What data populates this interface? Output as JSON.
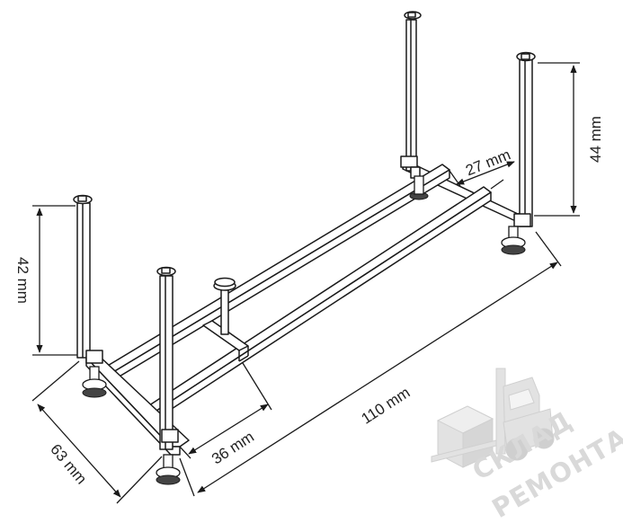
{
  "dimensions": {
    "leg_height_front": "42 mm",
    "leg_height_back": "44 mm",
    "width": "63 mm",
    "offset_36": "36 mm",
    "length": "110 mm",
    "offset_27": "27 mm"
  },
  "watermark": {
    "line1": "СКЛАД",
    "line2": "РЕМОНТА"
  },
  "colors": {
    "line": "#1a1a1a",
    "background": "#ffffff",
    "watermark": "#d9d9d9"
  }
}
